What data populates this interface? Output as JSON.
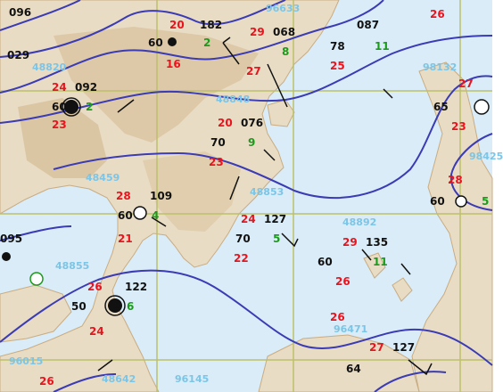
{
  "map": {
    "colors": {
      "sea": "#d9ecf7",
      "land": "#e9dcc4",
      "land_shade": "#c9ac82",
      "isobar": "#3a3bb5",
      "grid": "#bcc06a",
      "temperature": "#e8141e",
      "station_id": "#7cc5e6",
      "green_values": "#1c9a1c"
    },
    "station_ids": [
      "48820",
      "48848",
      "48855",
      "48892",
      "96015",
      "96145",
      "96471",
      "98132",
      "48642",
      "96633",
      "98425",
      "48853",
      "48459"
    ],
    "pressures": [
      "029",
      "092",
      "068",
      "076",
      "109",
      "127",
      "135",
      "122",
      "127",
      "095",
      "087",
      "182",
      "096"
    ],
    "visibilities": [
      "60",
      "60",
      "70",
      "60",
      "70",
      "60",
      "50",
      "64",
      "65",
      "78",
      "60"
    ],
    "temperatures": [
      "20",
      "24",
      "29",
      "20",
      "28",
      "24",
      "29",
      "26",
      "27",
      "26",
      "26",
      "27",
      "28",
      "24",
      "26"
    ],
    "dewpoints": [
      "16",
      "23",
      "27",
      "25",
      "23",
      "21",
      "22",
      "26",
      "23"
    ],
    "greens": [
      "2",
      "2",
      "8",
      "9",
      "4",
      "5",
      "11",
      "6",
      "11",
      "5"
    ]
  }
}
